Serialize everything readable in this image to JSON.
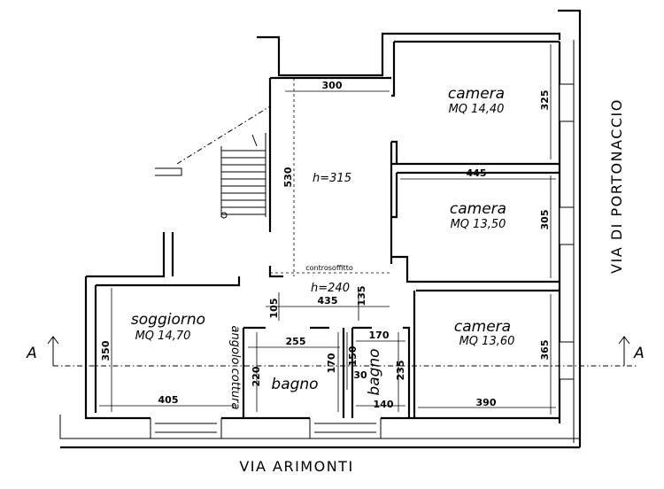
{
  "rooms": {
    "camera_top": {
      "name": "camera",
      "area": "MQ 14,40"
    },
    "camera_mid": {
      "name": "camera",
      "area": "MQ 13,50"
    },
    "camera_bottom": {
      "name": "camera",
      "area": "MQ 13,60"
    },
    "soggiorno": {
      "name": "soggiorno",
      "area": "MQ 14,70"
    },
    "bagno_left": {
      "name": "bagno"
    },
    "bagno_right": {
      "name": "bagno"
    },
    "angolo_cottura": {
      "name": "angolo cottura"
    },
    "corridoio": {
      "height": "h=315"
    },
    "ingresso": {
      "height": "h=240",
      "note": "controsoffitto"
    }
  },
  "dimensions": {
    "d300": "300",
    "d530": "530",
    "d325": "325",
    "d445": "445",
    "d305": "305",
    "d365": "365",
    "d390": "390",
    "d435": "435",
    "d105": "105",
    "d135": "135",
    "d350": "350",
    "d405": "405",
    "d255": "255",
    "d170a": "170",
    "d170b": "170",
    "d150": "150",
    "d30": "30",
    "d220": "220",
    "d235": "235",
    "d140": "140"
  },
  "section": {
    "left": "A",
    "right": "A"
  },
  "streets": {
    "bottom": "VIA ARIMONTI",
    "right": "VIA DI PORTONACCIO"
  }
}
